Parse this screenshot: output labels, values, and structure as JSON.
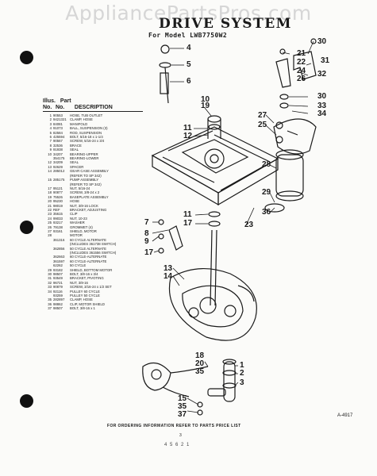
{
  "watermark": "AppliancePartsPros.com",
  "title": "DRIVE SYSTEM",
  "subtitle": "For Model LWB7750W2",
  "table_header": {
    "col1a": "Illus.",
    "col2a": "Part",
    "col1b": "No.",
    "col2b": "No.",
    "col3": "DESCRIPTION"
  },
  "parts": [
    {
      "n": "1",
      "p": "90553",
      "d": "HOSE, TUB OUTLET"
    },
    {
      "n": "2",
      "p": "9421321",
      "d": "CLAMP, HOSE"
    },
    {
      "n": "3",
      "p": "84081",
      "d": "MANIFOLD"
    },
    {
      "n": "4",
      "p": "91073",
      "d": "BALL, SUSPENSION (3)"
    },
    {
      "n": "5",
      "p": "82584",
      "d": "ROD, SUSPENSION"
    },
    {
      "n": "6",
      "p": "425594",
      "d": "BOLT, 5/16-18 x 1-1/4"
    },
    {
      "n": "7",
      "p": "90567",
      "d": "SCREW, 5/16-24 x 3/4"
    },
    {
      "n": "8",
      "p": "32536",
      "d": "BRACE"
    },
    {
      "n": "9",
      "p": "91938",
      "d": "SEAL"
    },
    {
      "n": "10",
      "p": "34207",
      "d": "BEARING-UPPER"
    },
    {
      "n": "",
      "p": "354175",
      "d": "BEARING-LOWER"
    },
    {
      "n": "12",
      "p": "34209",
      "d": "SEAL"
    },
    {
      "n": "13",
      "p": "92629",
      "d": "SPACER"
    },
    {
      "n": "14",
      "p": "285012",
      "d": "GEAR CASE ASSEMBLY"
    },
    {
      "n": "",
      "p": "",
      "d": "(REFER TO SP 342)"
    },
    {
      "n": "15",
      "p": "285175",
      "d": "PUMP ASSEMBLY"
    },
    {
      "n": "",
      "p": "",
      "d": "(REFER TO SP 342)"
    },
    {
      "n": "17",
      "p": "95121",
      "d": "NUT, 5/16-24"
    },
    {
      "n": "18",
      "p": "90877",
      "d": "SCREW, 3/8-24 x 2"
    },
    {
      "n": "19",
      "p": "75526",
      "d": "BASEPLATE ASSEMBLY"
    },
    {
      "n": "20",
      "p": "95230",
      "d": "HOSE"
    },
    {
      "n": "21",
      "p": "98019",
      "d": "NUT, 3/8-16 LOCK"
    },
    {
      "n": "22",
      "p": "REF",
      "d": "BRACKET, ADJUSTING"
    },
    {
      "n": "23",
      "p": "35615",
      "d": "CLIP"
    },
    {
      "n": "24",
      "p": "99033",
      "d": "NUT, 10-23"
    },
    {
      "n": "25",
      "p": "93217",
      "d": "WASHER"
    },
    {
      "n": "26",
      "p": "79138",
      "d": "GROMMET (4)"
    },
    {
      "n": "27",
      "p": "93161",
      "d": "SHIELD, MOTOR"
    },
    {
      "n": "28",
      "p": "",
      "d": "MOTOR"
    },
    {
      "n": "",
      "p": "361316",
      "d": "60 CYCLE ALTERNATE"
    },
    {
      "n": "",
      "p": "",
      "d": "(INCLUDES 361738 SWITCH)"
    },
    {
      "n": "",
      "p": "362856",
      "d": "50 CYCLE ALTERNATE"
    },
    {
      "n": "",
      "p": "",
      "d": "(INCLUDES 361556 SWITCH)"
    },
    {
      "n": "",
      "p": "362663",
      "d": "60 CYCLE-ALTERNATE"
    },
    {
      "n": "",
      "p": "361597",
      "d": "60 CYCLE-ALTERNATE"
    },
    {
      "n": "",
      "p": "62262",
      "d": "50 CYCLE"
    },
    {
      "n": "29",
      "p": "93182",
      "d": "SHIELD, BOTTOM MOTOR"
    },
    {
      "n": "30",
      "p": "98507",
      "d": "BOLT, 3/8-16 x 3/4"
    },
    {
      "n": "31",
      "p": "93549",
      "d": "BRACKET, PIVOTING"
    },
    {
      "n": "32",
      "p": "96721",
      "d": "NUT, 3/8-16"
    },
    {
      "n": "33",
      "p": "90879",
      "d": "SCREW, 3/16-24 x 1/2 SET"
    },
    {
      "n": "34",
      "p": "92116",
      "d": "PULLEY 60 CYCLE"
    },
    {
      "n": "",
      "p": "93259",
      "d": "PULLEY 50 CYCLE"
    },
    {
      "n": "35",
      "p": "282897",
      "d": "CLAMP, HOSE"
    },
    {
      "n": "36",
      "p": "98862",
      "d": "CLIP, MOTOR SHIELD"
    },
    {
      "n": "37",
      "p": "98507",
      "d": "BOLT, 3/8-16 x 1"
    }
  ],
  "callouts": [
    "4",
    "5",
    "6",
    "10",
    "19",
    "11",
    "12",
    "30",
    "21",
    "31",
    "22",
    "24",
    "26",
    "32",
    "30",
    "33",
    "34",
    "27",
    "25",
    "28",
    "29",
    "36",
    "11",
    "17",
    "23",
    "7",
    "8",
    "9",
    "17",
    "13",
    "14",
    "1",
    "2",
    "3",
    "18",
    "20",
    "35",
    "15",
    "35",
    "37"
  ],
  "footer": "FOR ORDERING INFORMATION REFER TO PARTS PRICE LIST",
  "figure_number": "A-4917",
  "page_number": "3",
  "scribble": "4 5 6 2 1"
}
